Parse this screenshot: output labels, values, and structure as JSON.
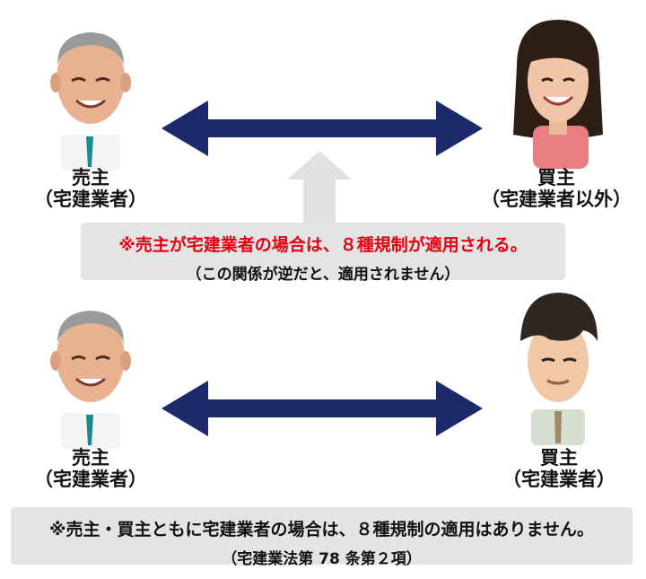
{
  "top_row": {
    "seller": {
      "line1": "売主",
      "line2": "（宅建業者）"
    },
    "buyer": {
      "line1": "買主",
      "line2": "（宅建業者以外）"
    }
  },
  "note1": {
    "main": "※売主が宅建業者の場合は、８種規制が適用される。",
    "sub": "（この関係が逆だと、適用されません）"
  },
  "bottom_row": {
    "seller": {
      "line1": "売主",
      "line2": "（宅建業者）"
    },
    "buyer": {
      "line1": "買主",
      "line2": "（宅建業者）"
    }
  },
  "note2": {
    "main": "※売主・買主ともに宅建業者の場合は、８種規制の適用はありません。",
    "sub": "（宅建業法第 78 条第２項）"
  },
  "colors": {
    "arrow": "#1c2a6b",
    "up_arrow": "#e1e1e1",
    "note_bg": "#e4e4e4",
    "highlight": "#e60012"
  }
}
